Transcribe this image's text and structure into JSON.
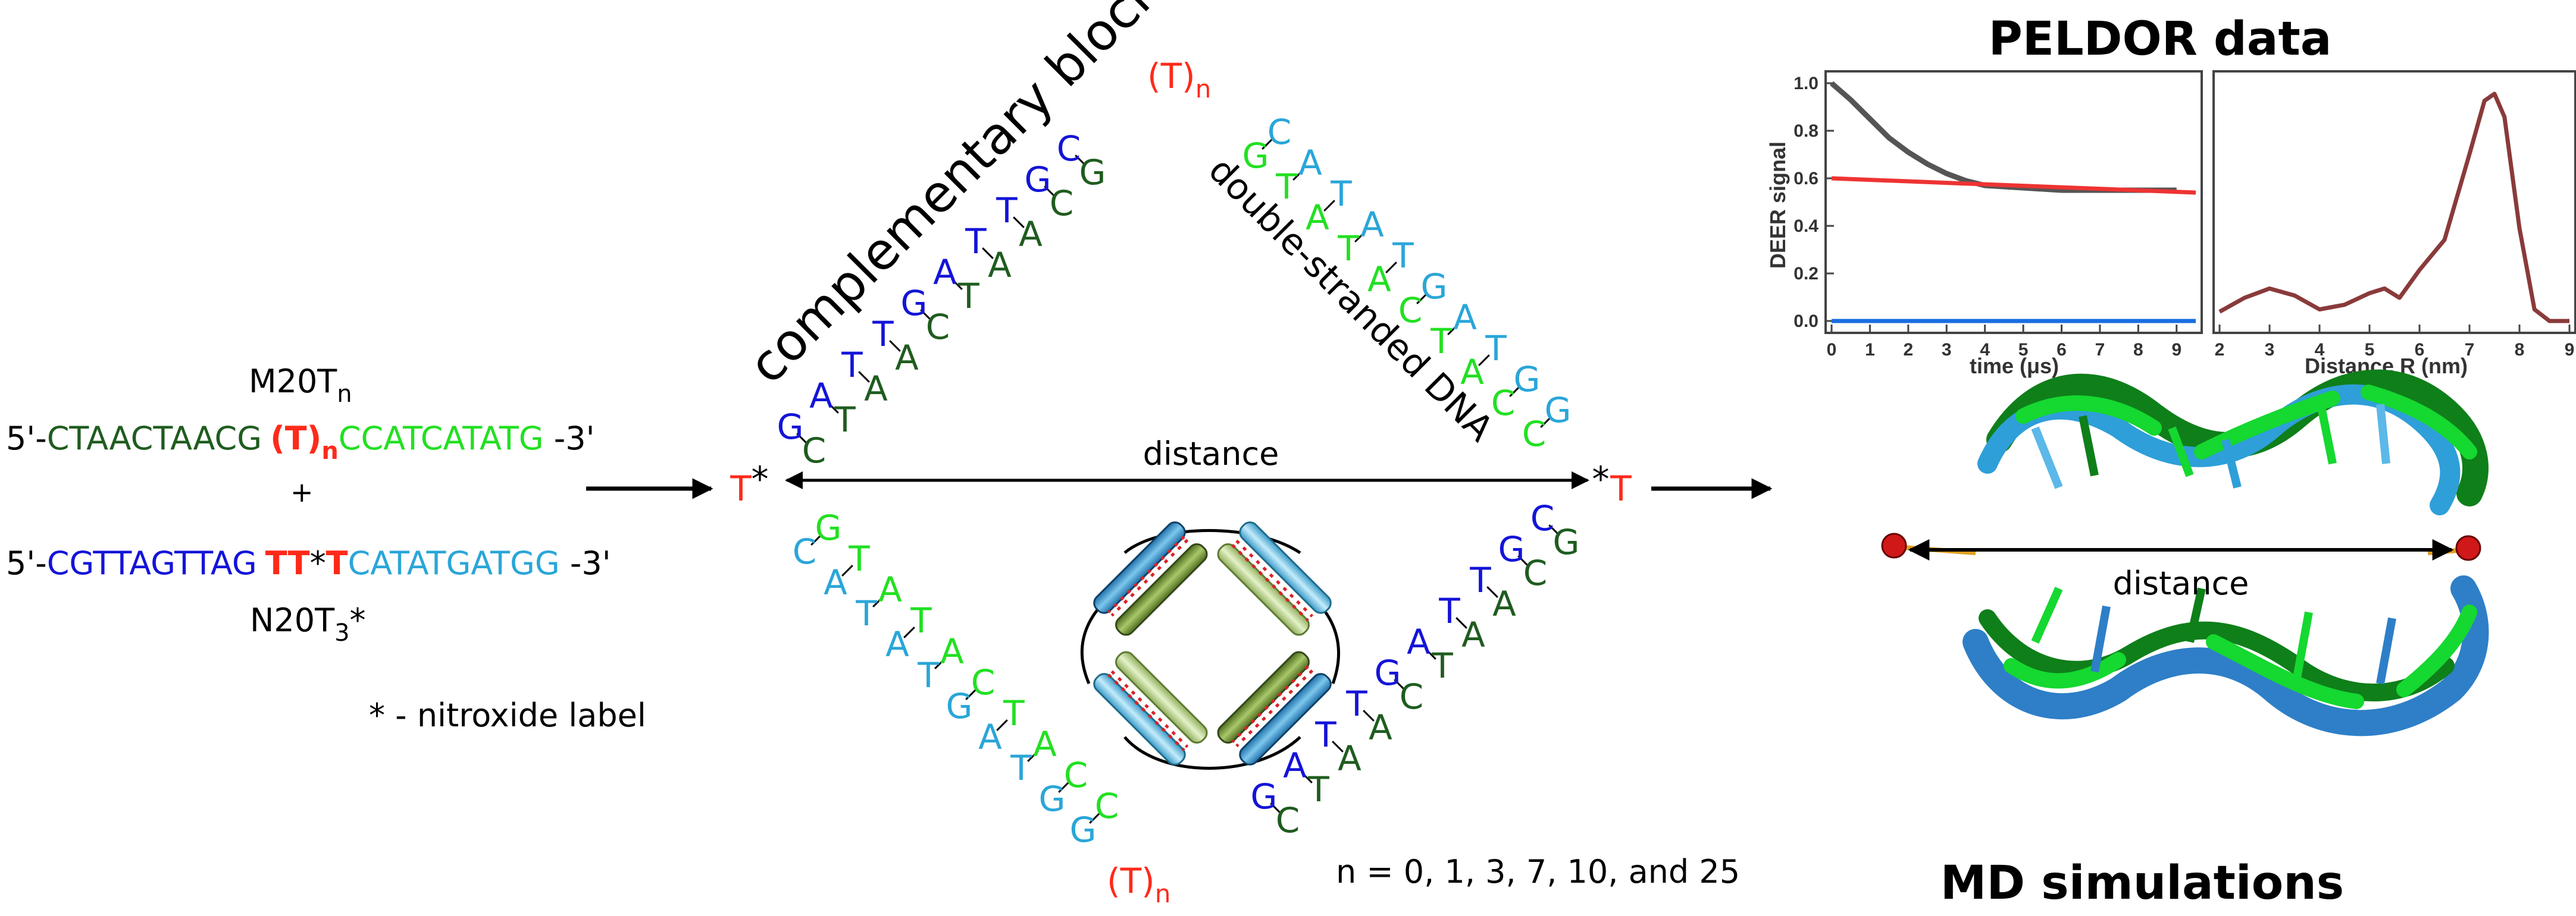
{
  "colors": {
    "dark_green": "#1f5c1f",
    "light_green": "#22e022",
    "blue": "#1414d8",
    "cyan": "#2aa6d8",
    "red": "#ff2a1a",
    "black": "#000000",
    "peldor_gray": "#555555",
    "peldor_red": "#ee3333",
    "peldor_blue": "#1a6fe0",
    "distance_brown": "#8a3a3a"
  },
  "sequences": {
    "m_label_main": "M20T",
    "m_label_sub": "n",
    "m_prefix": "5'-",
    "m_part1": "CTAACTAACG",
    "m_loop": "(T)",
    "m_loop_sub": "n",
    "m_part2": "CCATCATATG",
    "m_suffix": " -3'",
    "plus": "+",
    "n_prefix": "5'-",
    "n_part1": "CGTTAGTTAG",
    "n_tt": "TT",
    "n_star": "*",
    "n_t": "T",
    "n_part2": "CATATGATGG",
    "n_suffix": " -3'",
    "n_label_main": "N20T",
    "n_label_sub": "3",
    "n_label_star": "*",
    "footnote": "* - nitroxide label"
  },
  "diagram": {
    "label_complementary": "complementary blocks",
    "label_dsdna": "double-stranded DNA",
    "label_distance": "distance",
    "loop_top": "(T)",
    "loop_top_sub": "n",
    "loop_bottom": "(T)",
    "loop_bottom_sub": "n",
    "n_values": "n = 0, 1, 3, 7, 10, and 25",
    "star": "*",
    "T": "T"
  },
  "peldor": {
    "title": "PELDOR data",
    "ylabel": "DEER signal",
    "xlabel_left": "time (μs)",
    "xlabel_right": "Distance R (nm)",
    "left_yticks": [
      "0.0",
      "0.2",
      "0.4",
      "0.6",
      "0.8",
      "1.0"
    ],
    "left_xticks": [
      "0",
      "1",
      "2",
      "3",
      "4",
      "5",
      "6",
      "7",
      "8",
      "9"
    ],
    "right_xticks": [
      "2",
      "3",
      "4",
      "5",
      "6",
      "7",
      "8",
      "9"
    ]
  },
  "md": {
    "title": "MD simulations",
    "label_distance": "distance"
  },
  "chart_data": [
    {
      "type": "line",
      "xlabel": "time (μs)",
      "ylabel": "DEER signal",
      "xlim": [
        0,
        9.5
      ],
      "ylim": [
        -0.05,
        1.05
      ],
      "series": [
        {
          "color": "#555555",
          "x": [
            0,
            0.5,
            1,
            1.5,
            2,
            2.5,
            3,
            3.5,
            4,
            5,
            6,
            7,
            8,
            9
          ],
          "y": [
            1.0,
            0.93,
            0.85,
            0.77,
            0.71,
            0.66,
            0.62,
            0.59,
            0.57,
            0.56,
            0.55,
            0.55,
            0.55,
            0.55
          ]
        },
        {
          "color": "#ee3333",
          "x": [
            0,
            9.5
          ],
          "y": [
            0.6,
            0.54
          ]
        },
        {
          "color": "#1a6fe0",
          "x": [
            0,
            9.5
          ],
          "y": [
            0.0,
            0.0
          ]
        }
      ]
    },
    {
      "type": "line",
      "xlabel": "Distance R (nm)",
      "ylabel": "",
      "xlim": [
        2,
        9
      ],
      "ylim": [
        0,
        1
      ],
      "series": [
        {
          "color": "#8a3a3a",
          "x": [
            2,
            2.5,
            3,
            3.5,
            4,
            4.5,
            5,
            5.3,
            5.6,
            6,
            6.5,
            7,
            7.3,
            7.5,
            7.7,
            8,
            8.3,
            8.6,
            9
          ],
          "y": [
            0.04,
            0.1,
            0.14,
            0.11,
            0.05,
            0.07,
            0.12,
            0.14,
            0.1,
            0.22,
            0.35,
            0.72,
            0.95,
            0.98,
            0.88,
            0.4,
            0.05,
            0.0,
            0.0
          ]
        }
      ]
    }
  ]
}
